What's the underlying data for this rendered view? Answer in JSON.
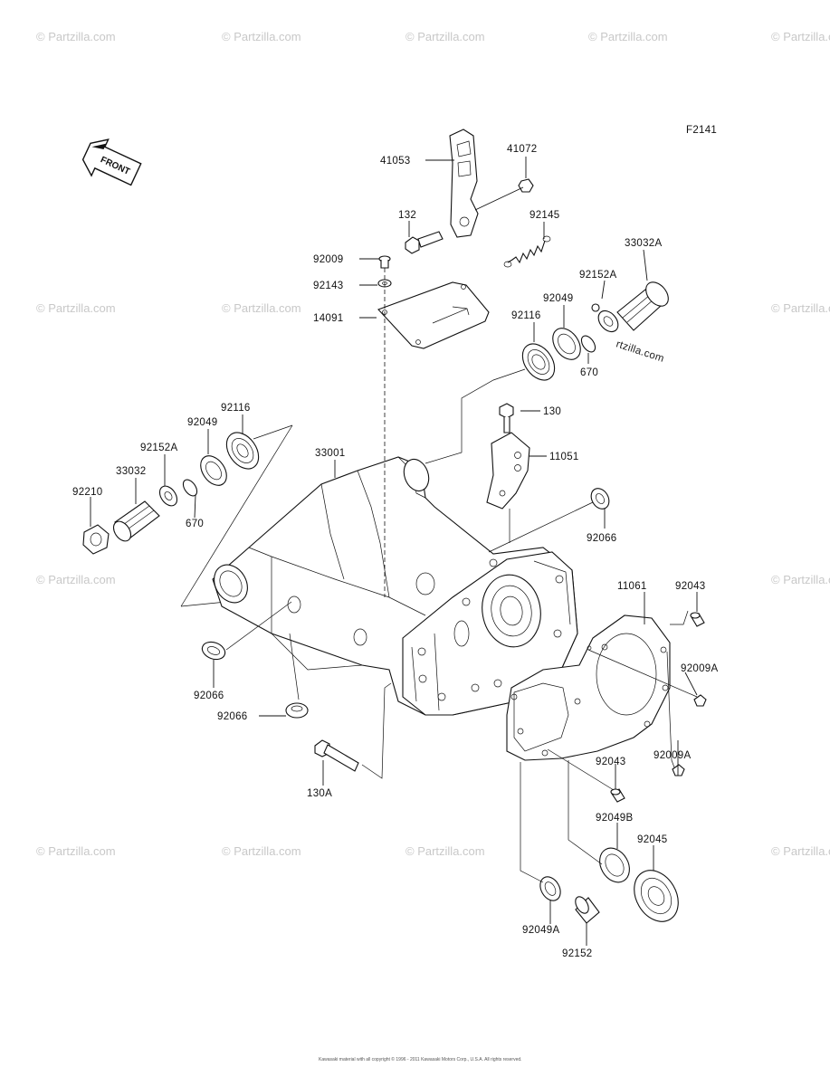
{
  "figure_code": "F2141",
  "front_label": "FRONT",
  "watermark": "© Partzilla.com",
  "inline_watermark": "rtzilla.com",
  "copyright": "Kawasaki material with all copyright © 1996 - 2011 Kawasaki Motors Corp., U.S.A. All rights reserved.",
  "labels": {
    "p41053": "41053",
    "p41072": "41072",
    "p132": "132",
    "p92145": "92145",
    "p92009_top": "92009",
    "p33032A": "33032A",
    "p92143": "92143",
    "p92152A_top": "92152A",
    "p92049_top": "92049",
    "p14091": "14091",
    "p92116_top": "92116",
    "p670_top": "670",
    "p130": "130",
    "p92116_left": "92116",
    "p92049_left": "92049",
    "p33001": "33001",
    "p11051": "11051",
    "p92152A_left": "92152A",
    "p33032": "33032",
    "p92210": "92210",
    "p670_left": "670",
    "p92066_right": "92066",
    "p11061": "11061",
    "p92043_top": "92043",
    "p92009A_1": "92009A",
    "p92066_left": "92066",
    "p92066_bottom": "92066",
    "p92009A_2": "92009A",
    "p130A": "130A",
    "p92043_bottom": "92043",
    "p92049B": "92049B",
    "p92045": "92045",
    "p92049A": "92049A",
    "p92152": "92152"
  }
}
